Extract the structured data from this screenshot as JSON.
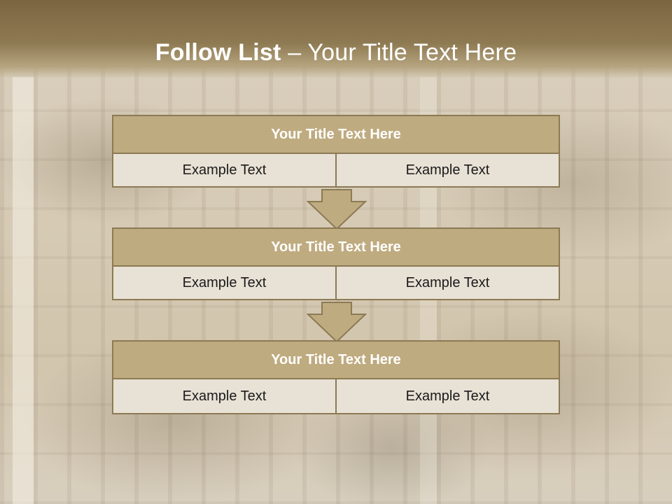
{
  "slide": {
    "title_bold": "Follow List",
    "title_rest": " – Your Title Text Here"
  },
  "blocks": [
    {
      "title": "Your Title Text Here",
      "cells": [
        "Example Text",
        "Example Text"
      ]
    },
    {
      "title": "Your Title Text Here",
      "cells": [
        "Example Text",
        "Example Text"
      ]
    },
    {
      "title": "Your Title Text Here",
      "cells": [
        "Example Text",
        "Example Text"
      ]
    }
  ],
  "colors": {
    "header": "#8e7a52",
    "block_head": "#bfab80",
    "block_border": "#8c7a55",
    "cell_bg": "#e8e1d5"
  },
  "icons": [
    "down-arrow-icon"
  ]
}
